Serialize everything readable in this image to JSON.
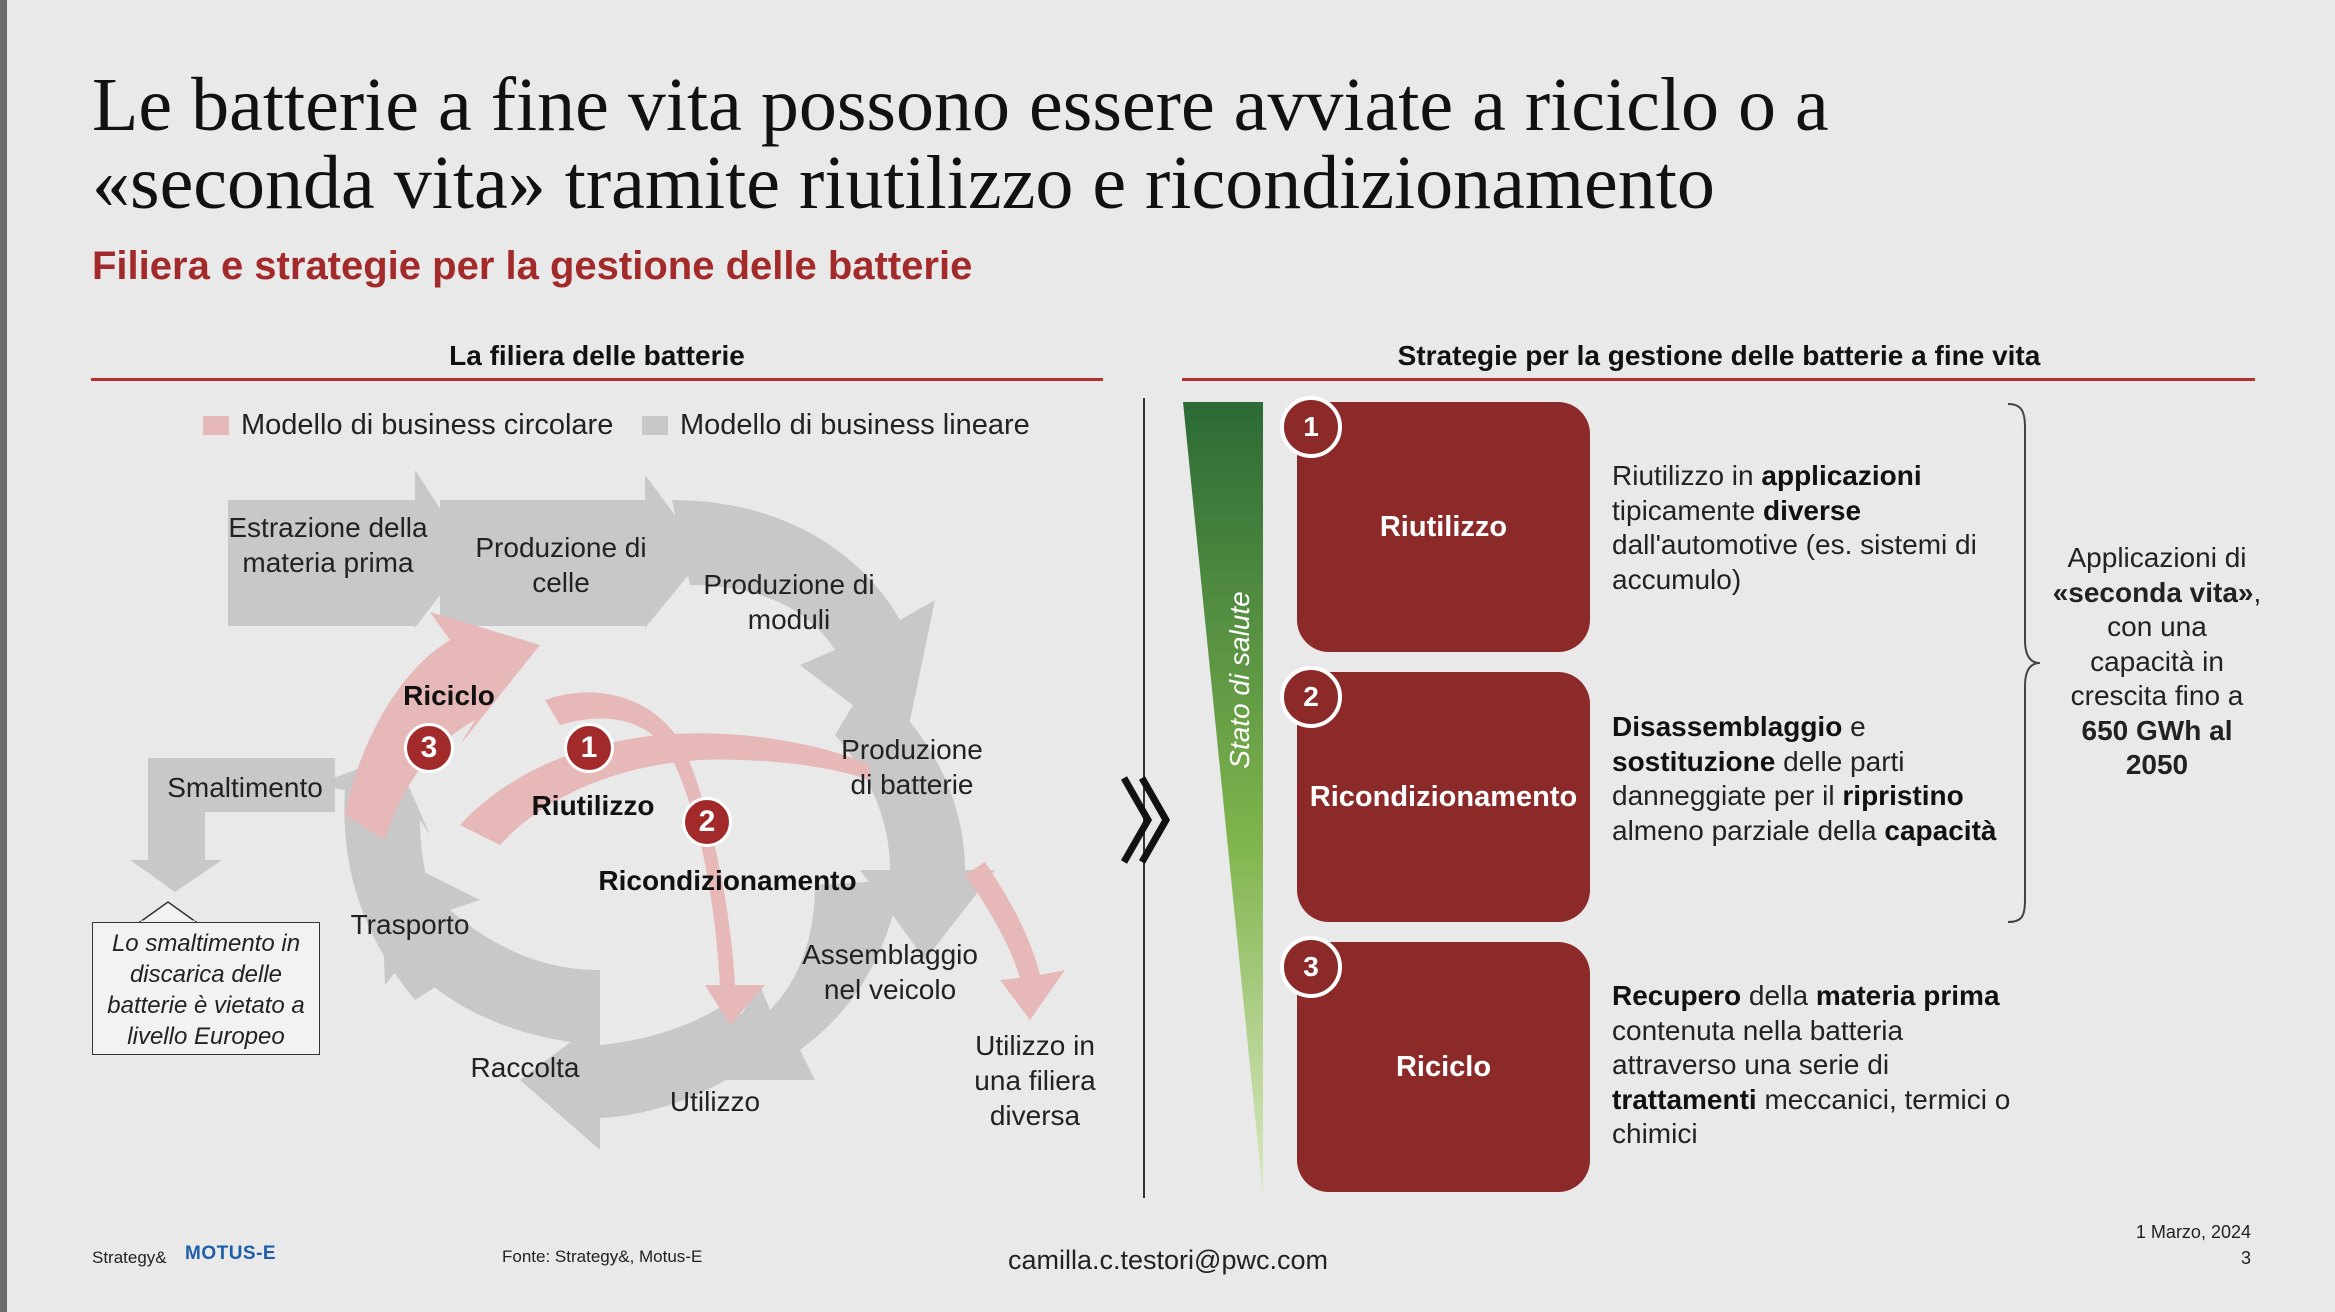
{
  "title_line1": "Le batterie a fine vita possono essere avviate a riciclo o a",
  "title_line2": "«seconda vita» tramite riutilizzo e ricondizionamento",
  "subtitle": "Filiera e strategie per la gestione delle batterie",
  "left": {
    "heading": "La filiera delle batterie",
    "legend": {
      "circular": "Modello di business circolare",
      "linear": "Modello di business lineare"
    },
    "steps": {
      "extraction": "Estrazione della materia prima",
      "cells": "Produzione di celle",
      "modules": "Produzione di moduli",
      "batteries": "Produzione di batterie",
      "assembly": "Assemblaggio nel veicolo",
      "use": "Utilizzo",
      "collection": "Raccolta",
      "transport": "Trasporto",
      "disposal": "Smaltimento",
      "other_chain": "Utilizzo in una filiera diversa"
    },
    "circular_steps": {
      "recycling": "Riciclo",
      "reuse": "Riutilizzo",
      "reconditioning": "Ricondizionamento",
      "num_recycling": "3",
      "num_reuse": "1",
      "num_reconditioning": "2"
    },
    "note": "Lo smaltimento in discarica delle batterie è vietato a livello Europeo"
  },
  "right": {
    "heading": "Strategie per la gestione delle batterie a fine vita",
    "health_label": "Stato di salute",
    "strategies": [
      {
        "num": "1",
        "name": "Riutilizzo"
      },
      {
        "num": "2",
        "name": "Ricondizionamento"
      },
      {
        "num": "3",
        "name": "Riciclo"
      }
    ],
    "desc1": {
      "a": "Riutilizzo in ",
      "b": "applicazioni",
      "c": " tipicamente ",
      "d": "diverse",
      "e": " dall'automotive (es. sistemi di accumulo)"
    },
    "desc2": {
      "a": "Disassemblaggio",
      "b": " e ",
      "c": "sostituzione",
      "d": " delle parti danneggiate per il ",
      "e": "ripristino",
      "f": " almeno parziale della ",
      "g": "capacità"
    },
    "desc3": {
      "a": "Recupero",
      "b": " della ",
      "c": "materia prima",
      "d": " contenuta nella batteria attraverso una serie di ",
      "e": "trattamenti",
      "f": " meccanici, termici o chimici"
    },
    "applications": {
      "a": "Applicazioni di ",
      "b": "«seconda vita»",
      "c": ", con una capacità in crescita fino a ",
      "d": "650 GWh al 2050"
    }
  },
  "footer": {
    "brand_strategy": "Strategy&",
    "brand_motus": "MOTUS-E",
    "source": "Fonte: Strategy&, Motus-E",
    "email": "camilla.c.testori@pwc.com",
    "date": "1 Marzo, 2024",
    "page": "3"
  },
  "colors": {
    "accent_red": "#a32a2a",
    "box_red": "#8c2a2a",
    "circular_pink": "#e6b8b8",
    "linear_grey": "#c8c8c8",
    "health_green_top": "#2b6a36",
    "health_green_bottom": "#a6d06a"
  }
}
